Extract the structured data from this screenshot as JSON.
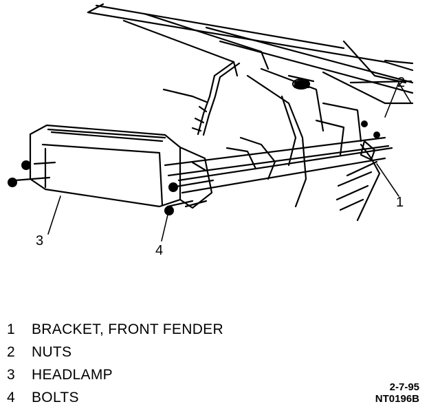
{
  "callouts": [
    "1",
    "2",
    "3",
    "4"
  ],
  "legend": [
    {
      "num": "1",
      "text": "BRACKET, FRONT FENDER"
    },
    {
      "num": "2",
      "text": "NUTS"
    },
    {
      "num": "3",
      "text": "HEADLAMP"
    },
    {
      "num": "4",
      "text": "BOLTS"
    }
  ],
  "stamp": {
    "date": "2-7-95",
    "code": "NT0196B"
  }
}
